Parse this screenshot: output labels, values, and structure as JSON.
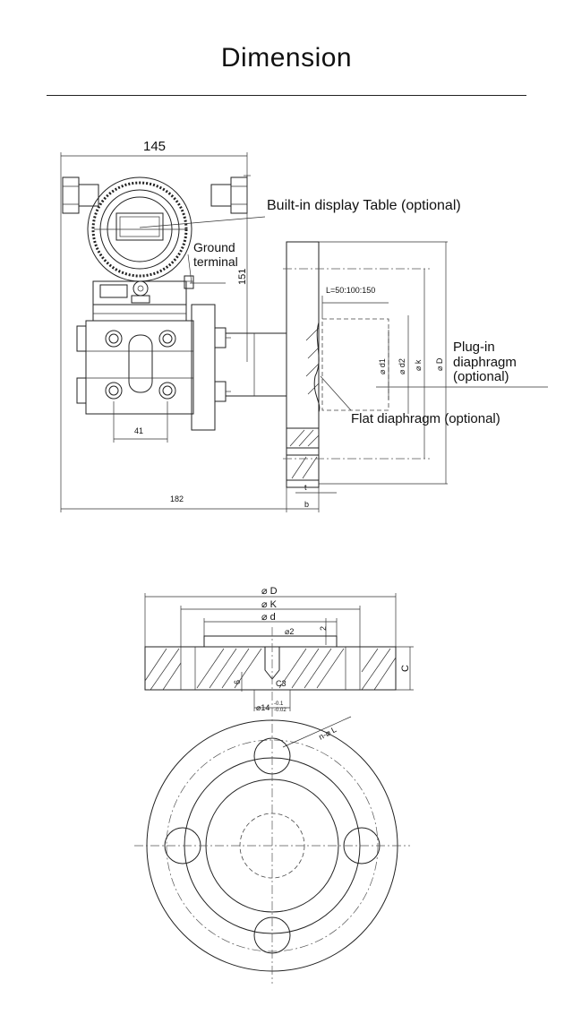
{
  "page": {
    "title": "Dimension"
  },
  "drawing1": {
    "dim_width_top": "145",
    "dim_height": "151",
    "dim_41": "41",
    "dim_182": "182",
    "dim_L": "L=50:100:150",
    "dim_d1": "⌀ d1",
    "dim_d2": "⌀ d2",
    "dim_k": "⌀ k",
    "dim_D": "⌀ D",
    "dim_t": "t",
    "dim_b": "b",
    "callout_display": "Built-in display Table (optional)",
    "callout_ground_1": "Ground",
    "callout_ground_2": "terminal",
    "callout_plugin_1": "Plug-in",
    "callout_plugin_2": "diaphragm",
    "callout_plugin_3": "(optional)",
    "callout_flat": "Flat diaphragm (optional)"
  },
  "drawing2": {
    "dim_D": "⌀ D",
    "dim_K": "⌀ K",
    "dim_d": "⌀ d",
    "dim_phi2": "⌀2",
    "dim_2": "2",
    "dim_C": "C",
    "dim_C3": "C3",
    "dim_14": "⌀14",
    "dim_tol_up": "-0.1",
    "dim_tol_dn": "-0.02",
    "dim_6": "6",
    "dim_hole": "n-⌀ L"
  }
}
